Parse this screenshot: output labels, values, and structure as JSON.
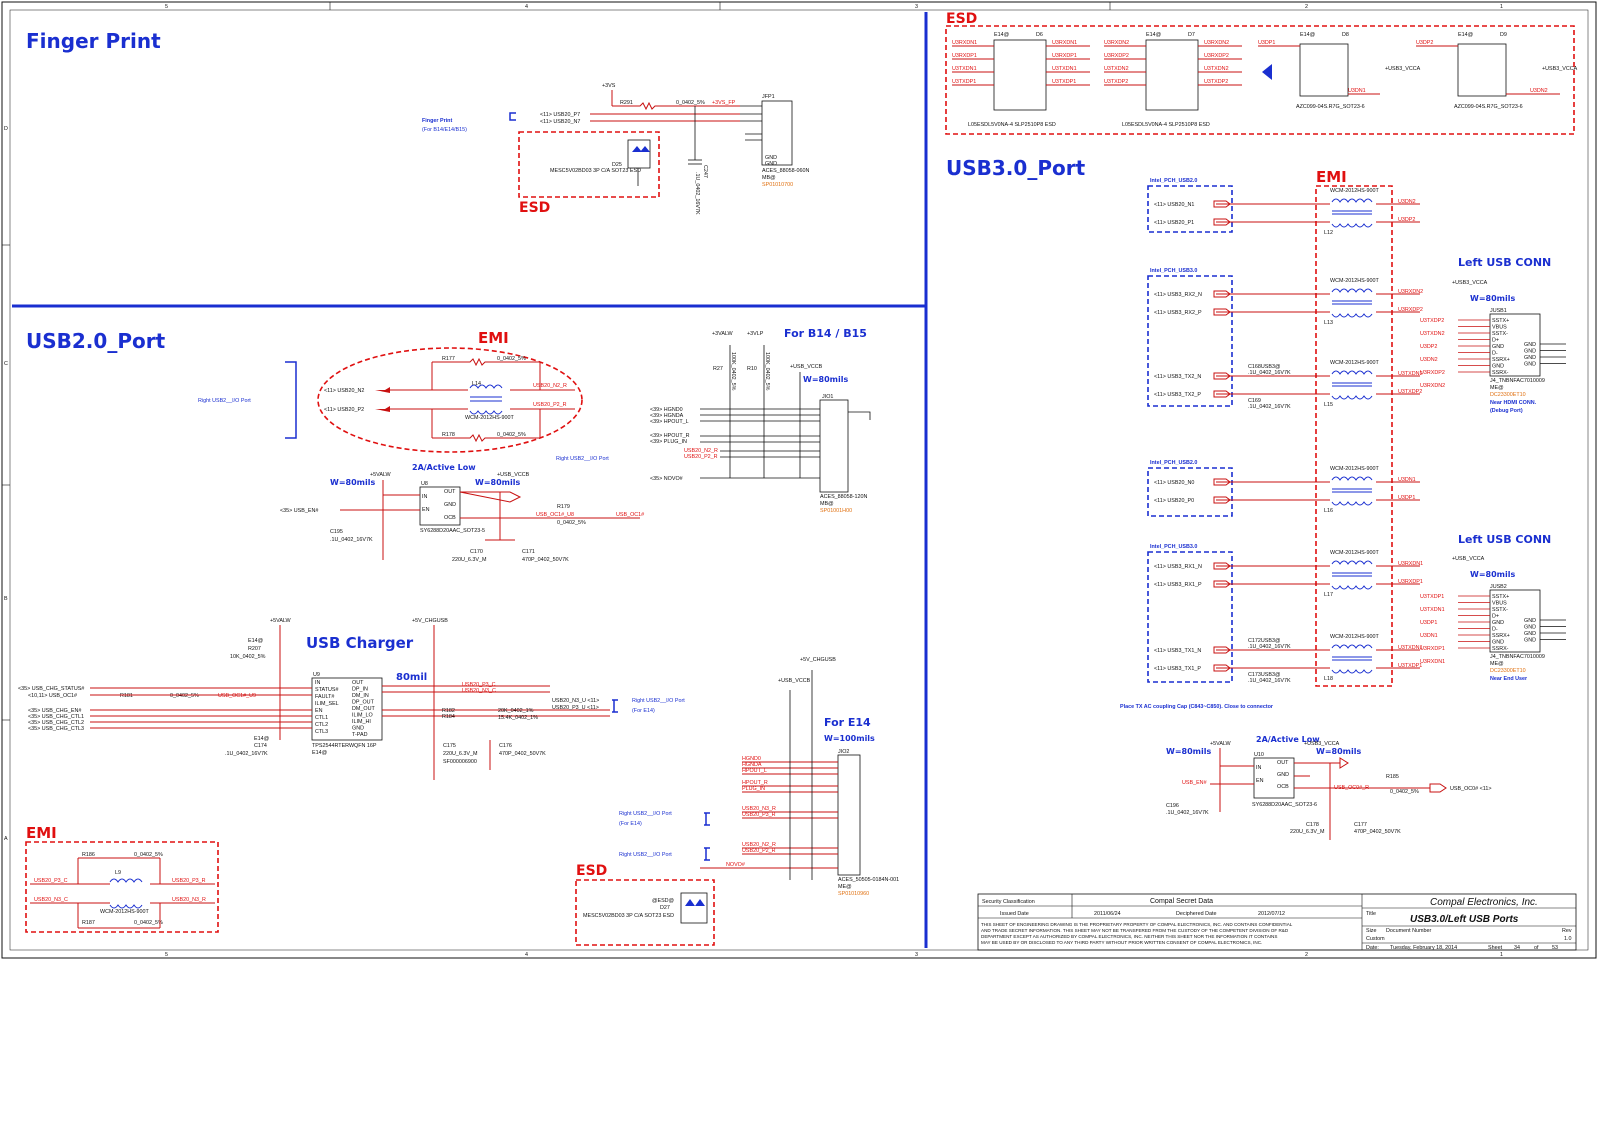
{
  "sections": {
    "finger_print": "Finger Print",
    "usb20_port": "USB2.0_Port",
    "usb30_port": "USB3.0_Port",
    "usb_charger": "USB Charger",
    "for_b14_b15": "For B14 / B15",
    "for_e14": "For E14",
    "left_usb_conn_1": "Left USB CONN",
    "left_usb_conn_2": "Left USB CONN"
  },
  "tags": {
    "esd": "ESD",
    "emi": "EMI",
    "active_low": "2A/Active Low",
    "w80": "W=80mils",
    "w100": "W=100mils",
    "mil80": "80mil"
  },
  "finger_print": {
    "rail": "+3VS",
    "resistor": "R291",
    "resistor_val": "0_0402_5%",
    "net_out": "+3VS_FP",
    "net_p": "<11> USB20_P7",
    "net_n": "<11> USB20_N7",
    "note": "Finger Print",
    "note2": "(For B14/E14/B15)",
    "diode_ref": "D25",
    "diode_part": "MESC5V02BD03 3P C/A SOT23 ESD",
    "cap": "C247",
    "cap_val": ".1U_0402_16V7K",
    "conn": "JFP1",
    "conn_part": "ACES_88058-060N",
    "conn_mb": "MB@",
    "conn_sp": "SP01010700"
  },
  "usb20": {
    "r177": "R177",
    "r178": "R178",
    "r_val": "0_0402_5%",
    "l14": "L14",
    "l14_part": "WCM-2012HS-900T",
    "net_n2": "<11> USB20_N2",
    "net_p2": "<11> USB20_P2",
    "out_n": "USB20_N2_R",
    "out_p": "USB20_P2_R",
    "right_io": "Right USB2__I/O Port",
    "right_io_b": "Right USB2__I/O Port",
    "rail_valw": "+5VALW",
    "rail_vccb": "+USB_VCCB",
    "u8": "U8",
    "u8_part": "SY6288D20AAC_SOT23-5",
    "en_net": "<35> USB_EN#",
    "oc_net": "USB_OC1#_U8",
    "oc_out": "USB_OC1#",
    "r179": "R179",
    "r179_val": "0_0402_5%",
    "c195": "C195",
    "c195_val": ".1U_0402_16V7K",
    "c170": "C170",
    "c170_val": "220U_6.3V_M",
    "c171": "C171",
    "c171_val": "470P_0402_50V7K",
    "jio1": "JIO1",
    "jio1_part": "ACES_88058-120N",
    "jio1_mb": "MB@",
    "jio1_sp": "SP01001H00",
    "hp_nets": [
      "<39> HGND0",
      "<39> HGNDA",
      "<39> HPOUT_L",
      "<39> HPOUT_R",
      "<39> PLUG_IN"
    ],
    "novo": "<35> NOVO#",
    "rail_3valw": "+3VALW",
    "rail_3vlp": "+3VLP",
    "r27": "R27",
    "r10": "R10",
    "r_100k": "100K_0402_5%"
  },
  "charger": {
    "rail": "+5VALW",
    "rail2": "+5V_CHGUSB",
    "u9": "U9",
    "u9_part": "TPS2544RTERWQFN 16P",
    "u9_e14": "E14@",
    "status": "<35> USB_CHG_STATUS#",
    "oc": "<10,11> USB_OC1#",
    "r181": "R181",
    "r181_val": "0_0402_5%",
    "oc_u9": "USB_OC1#_U9",
    "ctl_nets": [
      "<35> USB_CHG_EN#",
      "<35> USB_CHG_CTL1",
      "<35> USB_CHG_CTL2",
      "<35> USB_CHG_CTL3"
    ],
    "pins_left": [
      "IN",
      "STATUS#",
      "FAULT#",
      "ILIM_SEL",
      "EN",
      "CTL1",
      "CTL2",
      "CTL3"
    ],
    "pins_right": [
      "OUT",
      "DP_IN",
      "DM_IN",
      "DP_OUT",
      "DM_OUT",
      "ILIM_LO",
      "ILIM_HI",
      "GND",
      "T-PAD"
    ],
    "out_p": "USB20_P3_C",
    "out_n": "USB20_N3_C",
    "r182": "R182",
    "r184": "R184",
    "r182_val": "20K_0402_1%",
    "r184_val": "15.4K_0402_1%",
    "r207": "R207",
    "r207_val": "10K_0402_5%",
    "c174": "C174",
    "c174_val": ".1U_0402_16V7K",
    "c175": "C175",
    "c175_val": "220U_6.3V_M",
    "c175_sp": "SF000006900",
    "c176": "C176",
    "c176_val": "470P_0402_50V7K",
    "net_r_n": "USB20_N3_U <11>",
    "net_r_p": "USB20_P3_U <11>",
    "right_io": "Right USB2__I/O Port",
    "for_e14": "(For E14)"
  },
  "emi_bottom": {
    "r186": "R186",
    "r187": "R187",
    "r_val": "0_0402_5%",
    "l9": "L9",
    "l9_part": "WCM-2012HS-900T",
    "in_p": "USB20_P3_C",
    "in_n": "USB20_N3_C",
    "out_p": "USB20_P3_R",
    "out_n": "USB20_N3_R"
  },
  "e14": {
    "rail": "+5V_CHGUSB",
    "rail2": "+USB_VCCB",
    "jio2": "JIO2",
    "jio2_part": "ACES_50505-0184N-001",
    "jio2_me": "ME@",
    "jio2_sp": "SP01010960",
    "nets": [
      "HGND0",
      "HGNDA",
      "HPOUT_L",
      "HPOUT_R",
      "PLUG_IN"
    ],
    "usb_a": "USB20_N3_R",
    "usb_b": "USB20_P3_R",
    "usb_c": "USB20_N2_R",
    "usb_d": "USB20_P2_R",
    "novo": "NOVO#",
    "right1": "Right USB2__I/O Port",
    "right1b": "(For E14)",
    "right2": "Right USB2__I/O Port",
    "d27": "D27",
    "d27_part": "MESC5V02BD03 3P C/A SOT23 ESD",
    "d27_opt": "@ESD@"
  },
  "esd_top": {
    "d6": "D6",
    "d7": "D7",
    "d8": "D8",
    "d9": "D9",
    "opt": "E14@",
    "d6_part": "L05ESDL5V0NA-4 SLP2510P8 ESD",
    "d7_part": "L05ESDL5V0NA-4 SLP2510P8 ESD",
    "d8_part": "AZC099-04S.R7G_SOT23-6",
    "d9_part": "AZC099-04S.R7G_SOT23-6",
    "d6_nets": [
      "U3RXDN1",
      "U3RXDP1",
      "U3TXDN1",
      "U3TXDP1"
    ],
    "d7_nets": [
      "U3RXDN2",
      "U3RXDP2",
      "U3TXDN2",
      "U3TXDP2"
    ],
    "u3dp1": "U3DP1",
    "u3dn1": "U3DN1",
    "u3dp2": "U3DP2",
    "u3dn2": "U3DN2",
    "vcca": "+USB3_VCCA"
  },
  "usb30": {
    "pch20": "Intel_PCH_USB2.0",
    "pch30": "Intel_PCH_USB3.0",
    "nets_1": [
      "<11> USB20_N1",
      "<11> USB20_P1"
    ],
    "nets_2": [
      "<11> USB3_RX2_N",
      "<11> USB3_RX2_P"
    ],
    "nets_3": [
      "<11> USB3_TX2_N",
      "<11> USB3_TX2_P"
    ],
    "nets_4": [
      "<11> USB20_N0",
      "<11> USB20_P0"
    ],
    "nets_5": [
      "<11> USB3_RX1_N",
      "<11> USB3_RX1_P"
    ],
    "nets_6": [
      "<11> USB3_TX1_N",
      "<11> USB3_TX1_P"
    ],
    "choke": "WCM-2012HS-900T",
    "chokes": [
      "L12",
      "L13",
      "L15",
      "L16",
      "L17",
      "L18"
    ],
    "out_1": [
      "U3DN2",
      "U3DP2"
    ],
    "out_2": [
      "U3RXDN2",
      "U3RXDP2"
    ],
    "out_3": [
      "U3TXDN2",
      "U3TXDP2"
    ],
    "out_4": [
      "U3DN1",
      "U3DP1"
    ],
    "out_5": [
      "U3RXDN1",
      "U3RXDP1"
    ],
    "out_6": [
      "U3TXDN1",
      "U3TXDP1"
    ],
    "cap_a": "C168USB3@",
    "cap_b": "C169",
    "cap_c": "C172USB3@",
    "cap_d": "C173USB3@",
    "cap_val": ".1U_0402_16V7K",
    "usb3_opt": "USB3@",
    "note": "Place TX AC coupling Cap (C843~C850). Close to connector"
  },
  "left_conn_1": {
    "rail": "+USB3_VCCA",
    "ref": "JUSB1",
    "pins": [
      "SSTX+",
      "VBUS",
      "SSTX-",
      "D+",
      "GND",
      "D-",
      "SSRX+",
      "GND",
      "SSRX-"
    ],
    "gnds": [
      "GND",
      "GND",
      "GND",
      "GND"
    ],
    "part": "J4_TNBNFAC7010009",
    "me": "ME@",
    "sp": "DC23300ET10",
    "note1": "Near HDMI CONN.",
    "note2": "(Debug Port)"
  },
  "left_conn_2": {
    "rail": "+USB_VCCA",
    "ref": "JUSB2",
    "pins": [
      "SSTX+",
      "VBUS",
      "SSTX-",
      "D+",
      "GND",
      "D-",
      "SSRX+",
      "GND",
      "SSRX-"
    ],
    "gnds": [
      "GND",
      "GND",
      "GND",
      "GND"
    ],
    "part": "J4_TNBNFAC7010009",
    "me": "ME@",
    "sp": "DC23300ET10",
    "note1": "Near End User"
  },
  "u10": {
    "rail": "+5VALW",
    "rail_out": "+USB3_VCCA",
    "ref": "U10",
    "part": "SY6288D20AAC_SOT23-6",
    "en": "USB_EN#",
    "oc": "USB_OC0#_R",
    "r185": "R185",
    "r185_val": "0_0402_5%",
    "oc_out": "USB_OC0# <11>",
    "c196": "C196",
    "c196_val": ".1U_0402_16V7K",
    "c178": "C178",
    "c178_val": "220U_6.3V_M",
    "c177": "C177",
    "c177_val": "470P_0402_50V7K"
  },
  "title_block": {
    "security": "Security Classification",
    "compal_secret": "Compal Secret Data",
    "issued": "Issued Date",
    "issued_date": "2011/06/24",
    "deciphered": "Deciphered Date",
    "deciphered_date": "2012/07/12",
    "company": "Compal Electronics, Inc.",
    "title_label": "Title",
    "title": "USB3.0/Left USB Ports",
    "size_label": "Size",
    "doc_label": "Document Number",
    "rev_label": "Rev",
    "rev": "1.0",
    "custom": "Custom",
    "date_label": "Date:",
    "date": "Tuesday, February 18, 2014",
    "sheet_label": "Sheet",
    "sheet": "34",
    "of_label": "of",
    "of": "53",
    "disclaimer": [
      "THIS SHEET OF ENGINEERING DRAWING IS THE PROPRIETARY PROPERTY OF COMPAL ELECTRONICS, INC. AND CONTAINS CONFIDENTIAL",
      "AND TRADE SECRET INFORMATION. THIS SHEET MAY NOT BE TRANSFERED FROM THE CUSTODY OF THE COMPETENT DIVISION OF R&D",
      "DEPARTMENT EXCEPT AS AUTHORIZED BY COMPAL ELECTRONICS, INC. NEITHER THIS SHEET NOR THE INFORMATION IT CONTAINS",
      "MAY BE USED BY OR DISCLOSED TO ANY THIRD PARTY WITHOUT PRIOR WRITTEN CONSENT OF COMPAL ELECTRONICS, INC."
    ]
  },
  "zones": {
    "cols": [
      "5",
      "4",
      "3",
      "2",
      "1"
    ],
    "rows": [
      "D",
      "C",
      "B",
      "A"
    ]
  }
}
